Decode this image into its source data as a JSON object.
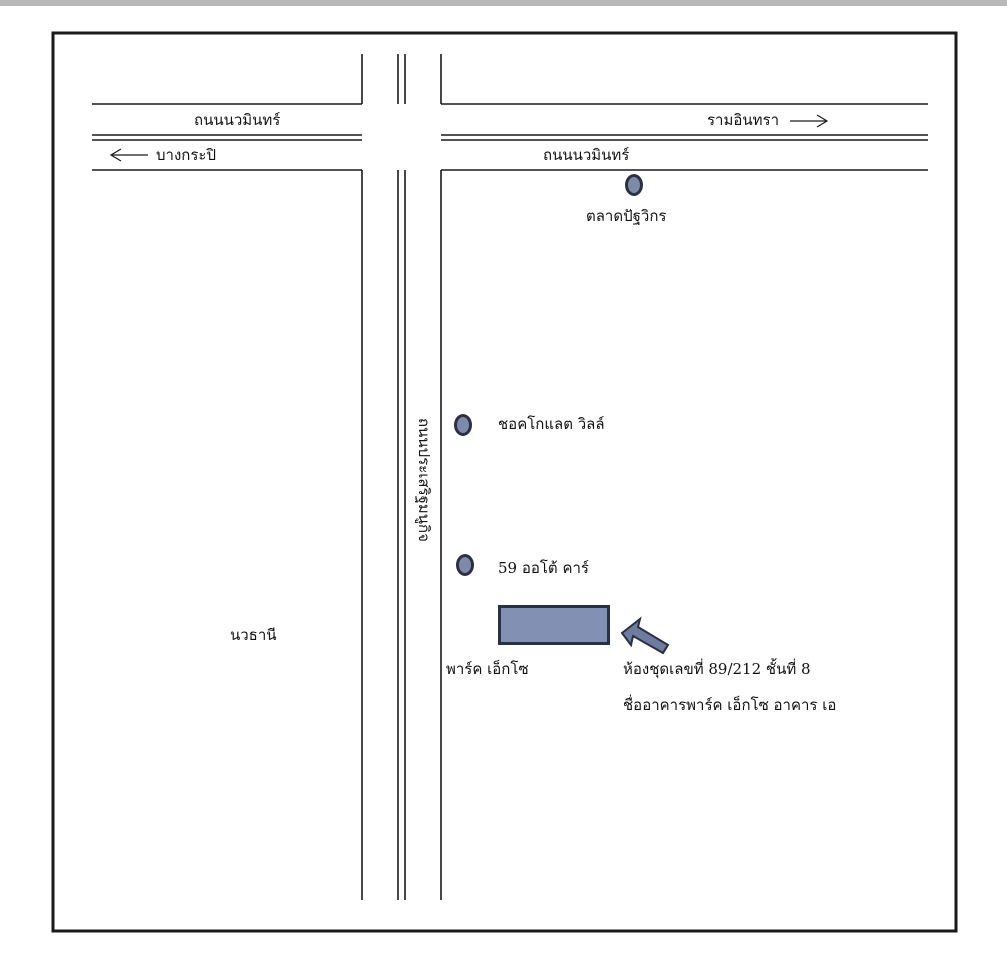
{
  "roads": {
    "top_left": "ถนนนวมินทร์",
    "top_right": "รามอินทรา",
    "bottom_left": "บางกระปิ",
    "bottom_right": "ถนนนวมินทร์",
    "vertical": "ถนนประเสริฐมนูกิจ"
  },
  "landmarks": {
    "market": "ตลาดปัฐวิกร",
    "chocolate": "ชอคโกแลต วิลล์",
    "auto_car": "59 ออโต้ คาร์",
    "building": "พาร์ค เอ็กโซ",
    "area": "นวธานี"
  },
  "unit": {
    "line1": "ห้องชุดเลขที่ 89/212  ชั้นที่ 8",
    "line2": "ชื่ออาคารพาร์ค เอ็กโซ  อาคาร  เอ"
  },
  "colors": {
    "line": "#1a1a1a",
    "marker_fill": "#7d8aa8",
    "marker_stroke": "#2b3142",
    "building_fill": "#8290b3"
  }
}
